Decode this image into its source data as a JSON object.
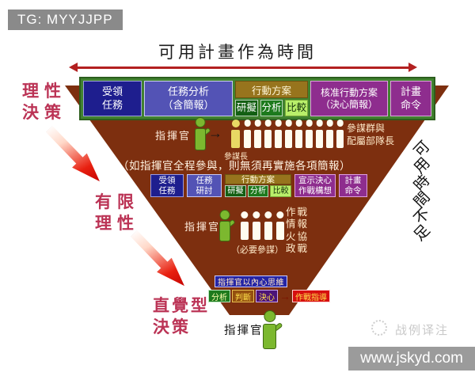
{
  "overlay": {
    "tg": "TG: MYYJJPP"
  },
  "title": "可用計畫作為時間",
  "right_label": "可用時間不足",
  "decision_labels": {
    "rational": "理性\n決策",
    "bounded": "有限\n理性",
    "intuitive": "直覺型\n決策"
  },
  "row1": {
    "receive_mission": "受領\n任務",
    "mission_analysis": "任務分析\n（含簡報）",
    "coa_header": "行動方案",
    "coa_develop": "研擬",
    "coa_analyze": "分析",
    "coa_compare": "比較",
    "approve_coa": "核准行動方案\n（決心簡報）",
    "plan_order": "計畫\n命令"
  },
  "row1_figures": {
    "commander": "指揮官",
    "chief_of_staff": "參謀長",
    "staff_group": "參謀群與\n配屬部隊長"
  },
  "note": "（如指揮官全程參與，則無須再實施各項簡報）",
  "row2": {
    "receive_mission": "受領\n任務",
    "mission_study": "任務\n研討",
    "coa_header": "行動方案",
    "coa_develop": "研擬",
    "coa_analyze": "分析",
    "coa_compare": "比較",
    "declare_decision": "宣示決心\n作戰構想",
    "plan_order": "計畫\n命令"
  },
  "row2_figures": {
    "commander": "指揮官",
    "essential_staff": "（必要參謀）",
    "staff_types": "作戰\n情報\n火協\n政戰"
  },
  "row3": {
    "inner_thinking": "指揮官以內心思維",
    "analyze": "分析",
    "judge": "判斷",
    "decision": "決心",
    "combat_guidance": "作戰指導"
  },
  "bottom": {
    "commander": "指揮官"
  },
  "icons": {
    "arrow_right": "→"
  },
  "watermark": {
    "logo_text": "战例译注",
    "site": "www.jskyd.com"
  },
  "palette": {
    "triangle_brown": "#7d2f0f",
    "frame_green": "#418230",
    "navy_box": "#1e1e8e",
    "slate_blue_box": "#5353b5",
    "gold_header": "#97741d",
    "dark_green": "#135f13",
    "mid_green": "#1d7a1d",
    "light_green": "#b9ef6a",
    "purple_box": "#8e2d8e",
    "blue_box": "#2525a5",
    "red_box": "#d60f0f",
    "maroon_box": "#94500f",
    "dark_purple_box": "#4c1378",
    "label_red": "#bb3355",
    "arrow_red": "#b32020",
    "grey_box": "#8a8a8a",
    "figure_green": "#7cb82f",
    "figure_yellow": "#e8d964",
    "figure_white": "#fffdf0"
  }
}
